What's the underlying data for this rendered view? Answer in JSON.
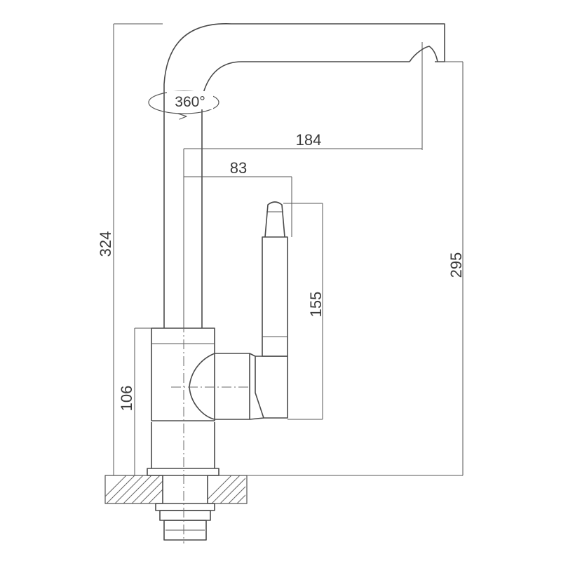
{
  "dimensions": {
    "rotation": "360°",
    "spout_reach": "184",
    "handle_offset": "83",
    "total_height": "324",
    "spout_height": "295",
    "handle_height": "155",
    "body_height": "106"
  }
}
